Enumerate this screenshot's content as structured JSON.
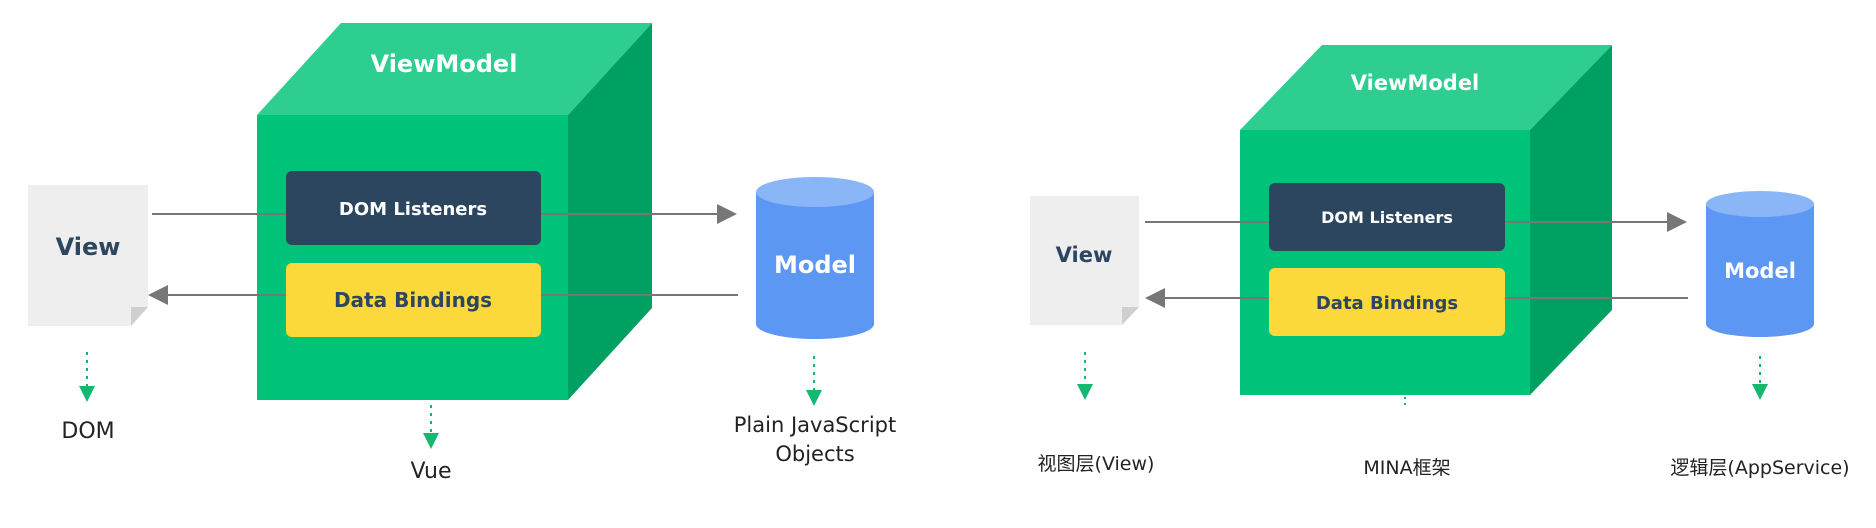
{
  "colors": {
    "cube_front": "#00C37A",
    "cube_top": "#2ECE91",
    "cube_side": "#00A063",
    "listeners_box": "#2D4660",
    "bindings_box": "#FCD93B",
    "model_cylinder": "#5B97F3",
    "model_cylinder_top": "#8AB6F8",
    "view_page": "#EEEEEE",
    "arrow": "#777777",
    "dotted_arrow": "#14B870"
  },
  "left_diagram": {
    "viewmodel_title": "ViewModel",
    "dom_listeners": "DOM Listeners",
    "data_bindings": "Data Bindings",
    "view_label": "View",
    "model_label": "Model",
    "view_caption": "DOM",
    "viewmodel_caption": "Vue",
    "model_caption_line1": "Plain JavaScript",
    "model_caption_line2": "Objects"
  },
  "right_diagram": {
    "viewmodel_title": "ViewModel",
    "dom_listeners": "DOM Listeners",
    "data_bindings": "Data Bindings",
    "view_label": "View",
    "model_label": "Model",
    "view_caption": "视图层(View)",
    "viewmodel_caption": "MINA框架",
    "model_caption": "逻辑层(AppService)"
  }
}
